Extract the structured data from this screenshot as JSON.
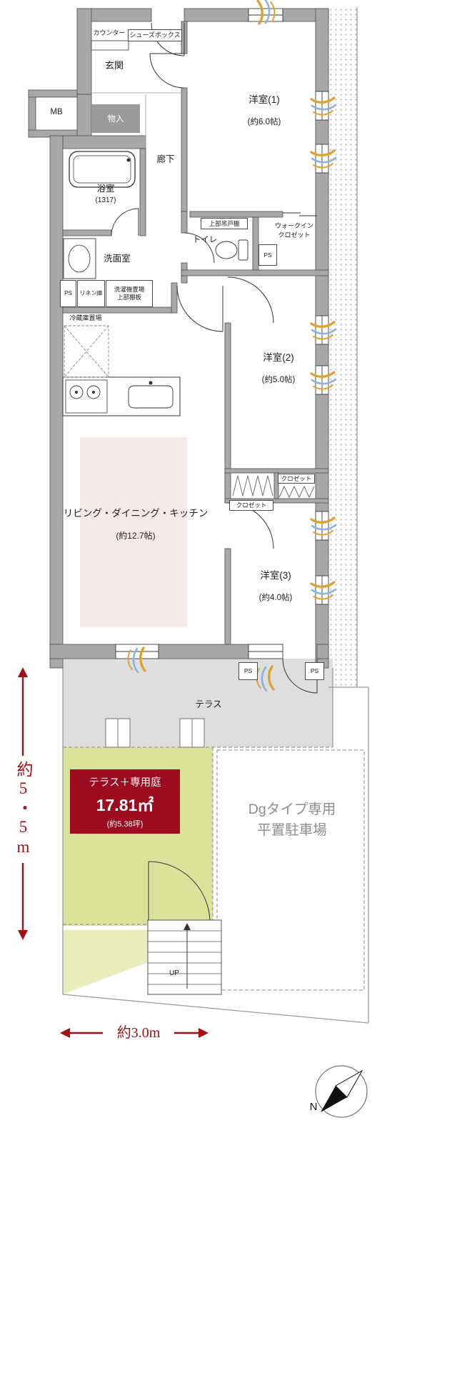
{
  "colors": {
    "wall": "#a8a8a8",
    "ldk_highlight": "#f6e9e9",
    "garden": "#dbe29a",
    "garden_light": "#e9edbb",
    "terrace": "#dedede",
    "badge_bg": "#9d0b1f",
    "dimension_red": "#a50f14",
    "airflow_gold": "#dfa22f",
    "airflow_blue": "#8fb3d4",
    "parking_text": "#8d8d8d"
  },
  "plan": {
    "labels": {
      "counter": "カウンター",
      "shoes_box": "シューズボックス",
      "genkan": "玄関",
      "mb": "MB",
      "storage": "物入",
      "hallway": "廊下",
      "bath": "浴室",
      "bath_size": "(1317)",
      "washroom": "洗面室",
      "toilet": "トイレ",
      "toilet_upper_shelf": "上部吊戸棚",
      "room1": "洋室(1)",
      "room1_size": "(約6.0帖)",
      "wic_line1": "ウォークイン",
      "wic_line2": "クロゼット",
      "ps": "PS",
      "linen": "リネン庫",
      "washer_line1": "洗濯機置場",
      "washer_line2": "上部棚板",
      "fridge": "冷蔵庫置場",
      "room2": "洋室(2)",
      "room2_size": "(約5.0帖)",
      "closet": "クロゼット",
      "ldk": "リビング・ダイニング・キッチン",
      "ldk_size": "(約12.7帖)",
      "room3": "洋室(3)",
      "room3_size": "(約4.0帖)",
      "terrace": "テラス",
      "up": "UP",
      "north": "N"
    },
    "garden_badge": {
      "title": "テラス＋専用庭",
      "area": "17.81㎡",
      "tsubo": "(約5.38坪)"
    },
    "parking": {
      "line1": "Dgタイプ専用",
      "line2": "平置駐車場"
    },
    "dimensions": {
      "depth": "約5・5m",
      "width": "約3.0m"
    }
  }
}
